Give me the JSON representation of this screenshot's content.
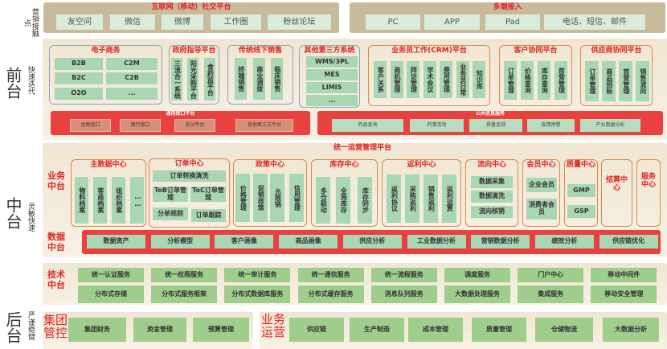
{
  "side_labels": {
    "marketing": "营销接触点",
    "front": "前台",
    "front_sub": "快速迭代",
    "middle": "中台",
    "middle_sub": "灵敏快速",
    "back": "后台",
    "back_sub": "严谨稳健"
  },
  "social": {
    "title": "互联网（移动）社交平台",
    "items": [
      "友空间",
      "微信",
      "微博",
      "工作圈",
      "粉丝论坛"
    ]
  },
  "multi": {
    "title": "多端接入",
    "items": [
      "PC",
      "APP",
      "Pad",
      "电话、短信、邮件"
    ]
  },
  "front": {
    "ecommerce": {
      "title": "电子商务",
      "items": [
        "B2B",
        "C2M",
        "B2C",
        "C2B",
        "O2O",
        "..."
      ]
    },
    "gov": {
      "title": "政府指导平台",
      "items": [
        "三流合一系统",
        "阳光采购平台",
        "食药监平台"
      ]
    },
    "offline": {
      "title": "传统线下销售",
      "items": [
        "终端销售",
        "商业调拨",
        "临床销售"
      ]
    },
    "third": {
      "title": "其他第三方系统",
      "items": [
        "WMS/3PL",
        "MES",
        "LIMIS",
        "..."
      ]
    },
    "crm": {
      "title": "业务员工作(CRM)平台",
      "items": [
        "客户关系",
        "商机管理",
        "拜访管理",
        "学术会议",
        "费用管理",
        "业务员日常",
        "知识库"
      ]
    },
    "customer": {
      "title": "客户协同平台",
      "items": [
        "订单管理",
        "价格查询",
        "库存查询",
        "首营管理"
      ]
    },
    "supplier": {
      "title": "供应商协同平台",
      "items": [
        "订单管理",
        "商品招标",
        "首营管理",
        "销售流向"
      ]
    },
    "interface": {
      "title": "通用接口平台",
      "items": [
        "金税接口",
        "银行接口",
        "支付平台",
        "其他第三方平台"
      ]
    },
    "public": {
      "title": "公共信息服务",
      "items": [
        "药品查询",
        "药事咨询",
        "质量追溯",
        "疫情预警",
        "产业数据分析"
      ]
    }
  },
  "middle": {
    "title": "统一运营管理平台",
    "biz_label": "业务中台",
    "master": {
      "title": "主数据中心",
      "items": [
        "物料档案",
        "客商档案",
        "组织档案",
        "……"
      ]
    },
    "order": {
      "title": "订单中心",
      "items": [
        "订单转换清洗",
        "ToB订单管理",
        "ToC订单管理",
        "分单规则",
        "订单跟踪"
      ]
    },
    "policy": {
      "title": "政策中心",
      "items": [
        "价格管理",
        "促销政策",
        "允限销",
        "信用管理"
      ]
    },
    "inventory": {
      "title": "库存中心",
      "items": [
        "多仓联动",
        "全局库存",
        "库存同步"
      ]
    },
    "rebate": {
      "title": "返利中心",
      "items": [
        "返利协议",
        "采购返利",
        "销售返利",
        "返利运算"
      ]
    },
    "flow": {
      "title": "流向中心",
      "items": [
        "数据采集",
        "数据清洗",
        "流向核销"
      ]
    },
    "member": {
      "title": "会员中心",
      "items": [
        "企业会员",
        "消费者会员"
      ]
    },
    "quality": {
      "title": "质量中心",
      "items": [
        "GMP",
        "GSP"
      ]
    },
    "settlement": "结算中心",
    "service": "服务中心",
    "data_label": "数据中台",
    "data_items": [
      "数据资产",
      "分析模型",
      "客户画像",
      "商品画像",
      "供应分析",
      "工业数据分析",
      "营销数据分析",
      "绩效分析",
      "供应链优化"
    ]
  },
  "tech": {
    "label": "技术中台",
    "items": [
      "统一认证服务",
      "统一权限服务",
      "统一审计服务",
      "统一通信服务",
      "统一流程服务",
      "调度服务",
      "门户中心",
      "移动中间件",
      "分布式存储",
      "分布式服务框架",
      "分布式数据库服务",
      "分布式缓存服务",
      "消息队列服务",
      "大数据处理服务",
      "集成服务",
      "移动安全管理"
    ]
  },
  "back": {
    "group": {
      "label": "集团管控",
      "items": [
        "集团财务",
        "资金管理",
        "预算管理"
      ]
    },
    "ops": {
      "label": "业务运营",
      "items": [
        "供应链",
        "生产制造",
        "成本管理",
        "质量管理",
        "仓储物流",
        "大数据分析"
      ]
    }
  }
}
